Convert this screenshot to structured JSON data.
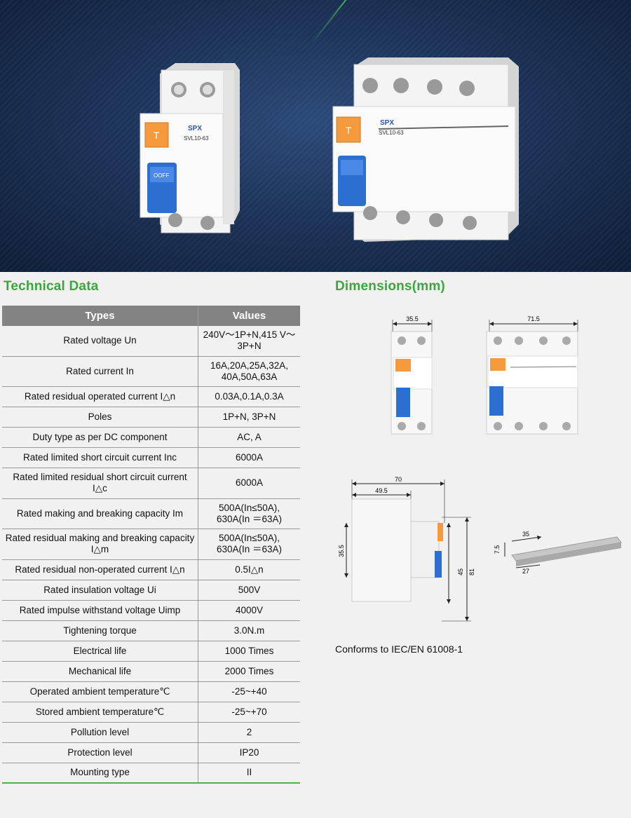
{
  "hero": {
    "brand": "SPX",
    "model": "SVL10-63",
    "toggle_label": "OOFF",
    "test_label": "T"
  },
  "sections": {
    "technical_title": "Technical Data",
    "dimensions_title": "Dimensions(mm)"
  },
  "table": {
    "headers": [
      "Types",
      "Values"
    ],
    "rows": [
      [
        "Rated voltage Un",
        "240V～1P+N,415 V～3P+N"
      ],
      [
        "Rated current In",
        "16A,20A,25A,32A, 40A,50A,63A"
      ],
      [
        "Rated residual operated current I△n",
        "0.03A,0.1A,0.3A"
      ],
      [
        "Poles",
        "1P+N, 3P+N"
      ],
      [
        "Duty type as per DC component",
        "AC, A"
      ],
      [
        "Rated limited short circuit current Inc",
        "6000A"
      ],
      [
        "Rated limited residual short circuit current I△c",
        "6000A"
      ],
      [
        "Rated making and breaking capacity Im",
        "500A(In≤50A), 630A(In ＝63A)"
      ],
      [
        "Rated residual making and breaking capacity I△m",
        "500A(In≤50A), 630A(In ＝63A)"
      ],
      [
        "Rated residual non-operated current I△n",
        "0.5I△n"
      ],
      [
        "Rated insulation voltage Ui",
        "500V"
      ],
      [
        "Rated impulse withstand voltage Uimp",
        "4000V"
      ],
      [
        "Tightening torque",
        "3.0N.m"
      ],
      [
        "Electrical life",
        "1000 Times"
      ],
      [
        "Mechanical life",
        "2000 Times"
      ],
      [
        "Operated ambient temperature℃",
        "-25~+40"
      ],
      [
        "Stored ambient temperature℃",
        "-25~+70"
      ],
      [
        "Pollution level",
        "2"
      ],
      [
        "Protection level",
        "IP20"
      ],
      [
        "Mounting type",
        "II"
      ]
    ]
  },
  "dimensions": {
    "front_2p_width": "35.5",
    "front_4p_width": "71.5",
    "side_total_width": "70",
    "side_body_width": "49.5",
    "side_front_height": "35.5",
    "side_inner_height": "45",
    "side_total_height": "81",
    "rail_width": "35",
    "rail_depth": "7.5",
    "rail_inner": "27"
  },
  "conformity": "Conforms to IEC/EN 61008-1"
}
